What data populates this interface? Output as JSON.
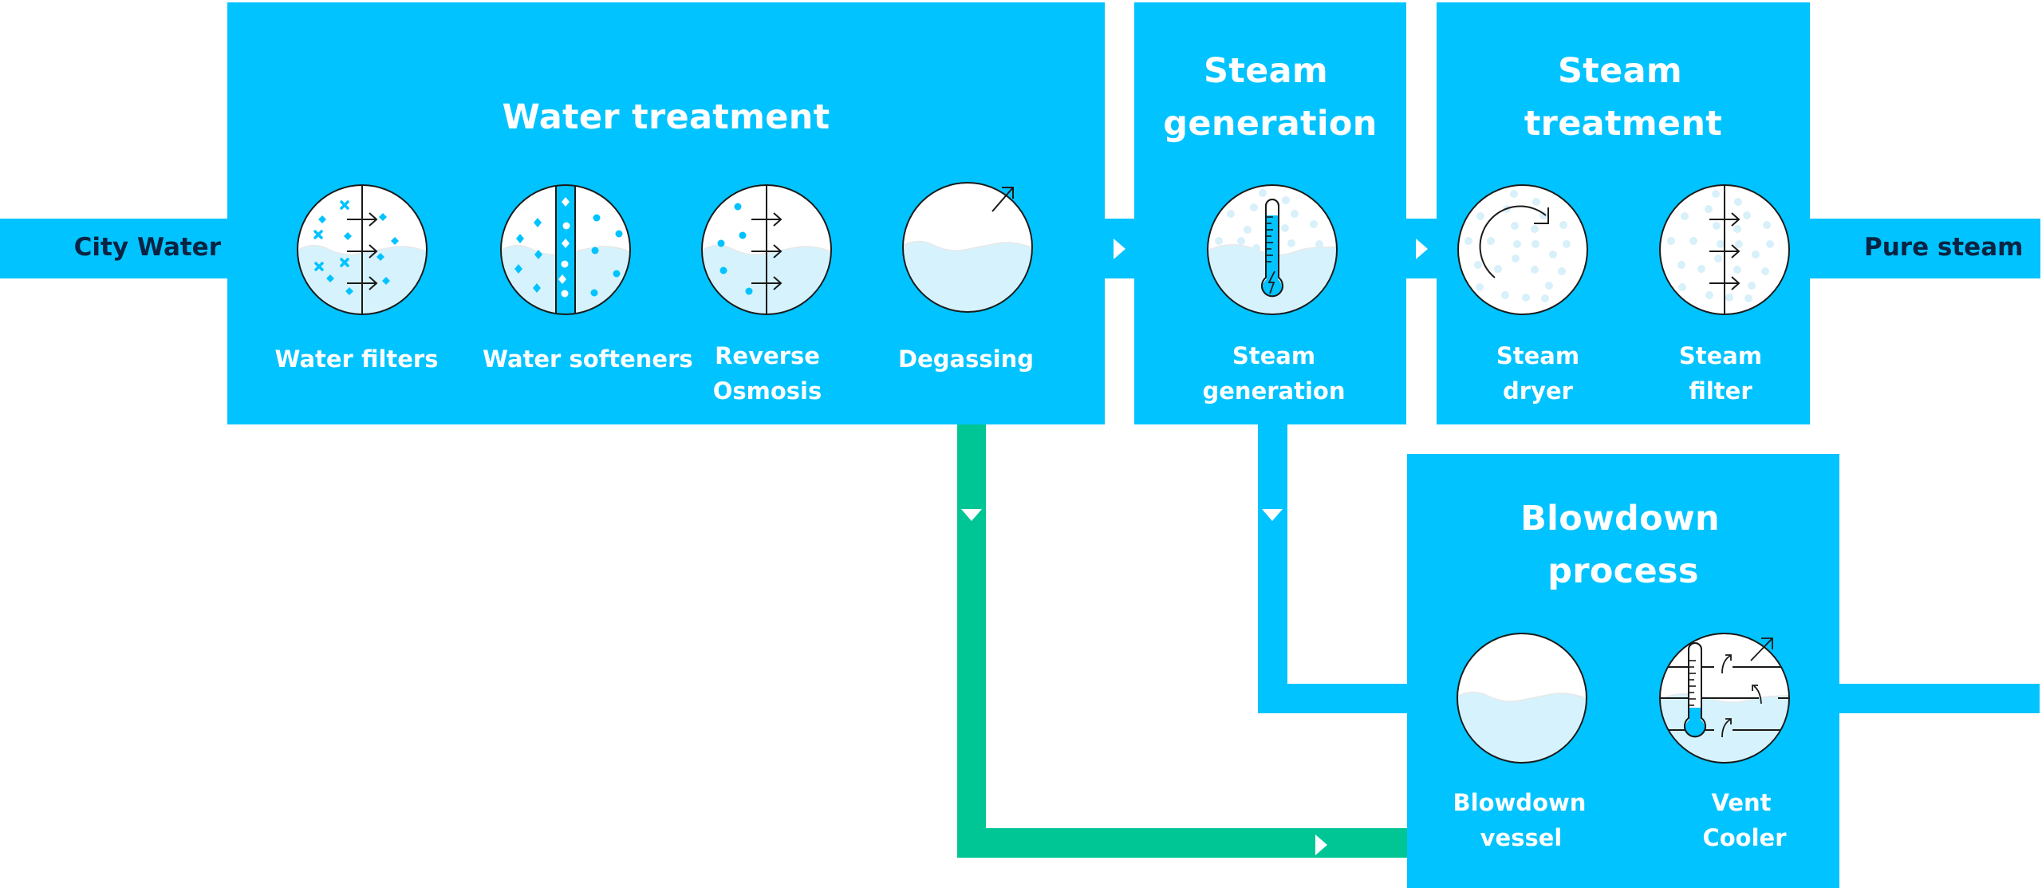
{
  "colors": {
    "process_blue": "#00C3FF",
    "return_green": "#00C595",
    "water_fill": "#D6F3FD",
    "steam_dot": "#D8F0FA",
    "particle": "#00C3FF",
    "outline": "#1A1A1A",
    "pipe_text": "#0A2342",
    "text_on_blue": "#FFFFFF"
  },
  "flows": {
    "inlet": {
      "label": "City Water"
    },
    "outlet": {
      "label": "Pure steam"
    },
    "green_return": {
      "from": "Water treatment",
      "to": "Blowdown process",
      "direction": "down-then-right"
    },
    "blowdown_feed": {
      "from": "Steam generation",
      "to": "Blowdown process",
      "direction": "down-then-right"
    }
  },
  "stages": {
    "water_treatment": {
      "title": "Water treatment",
      "steps": [
        {
          "label_line1": "Water filters",
          "label_line2": "",
          "icon": "filter-membrane-icon"
        },
        {
          "label_line1": "Water softeners",
          "label_line2": "",
          "icon": "ion-exchange-column-icon"
        },
        {
          "label_line1": "Reverse",
          "label_line2": "Osmosis",
          "icon": "reverse-osmosis-membrane-icon"
        },
        {
          "label_line1": "Degassing",
          "label_line2": "",
          "icon": "degassing-tank-icon"
        }
      ]
    },
    "steam_generation": {
      "title_line1": "Steam",
      "title_line2": "generation",
      "steps": [
        {
          "label_line1": "Steam",
          "label_line2": "generation",
          "icon": "heated-thermometer-icon"
        }
      ]
    },
    "steam_treatment": {
      "title_line1": "Steam",
      "title_line2": "treatment",
      "steps": [
        {
          "label_line1": "Steam",
          "label_line2": "dryer",
          "icon": "cyclone-dryer-icon"
        },
        {
          "label_line1": "Steam",
          "label_line2": "filter",
          "icon": "steam-filter-icon"
        }
      ]
    },
    "blowdown_process": {
      "title_line1": "Blowdown",
      "title_line2": "process",
      "steps": [
        {
          "label_line1": "Blowdown",
          "label_line2": "vessel",
          "icon": "blowdown-vessel-icon"
        },
        {
          "label_line1": "Vent",
          "label_line2": "Cooler",
          "icon": "vent-cooler-icon"
        }
      ]
    }
  }
}
